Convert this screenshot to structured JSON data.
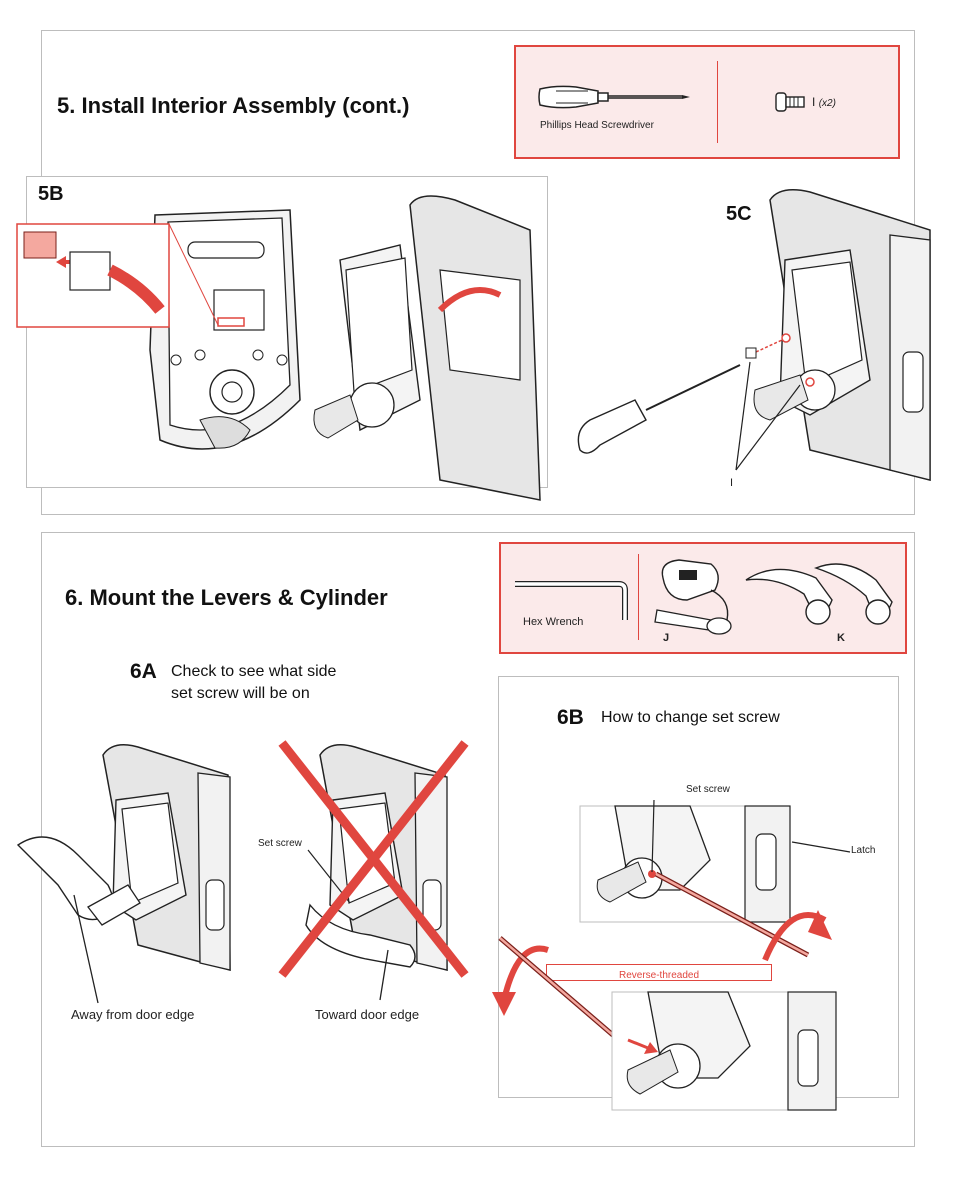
{
  "section5": {
    "title": "5. Install Interior Assembly (cont.)",
    "tools": {
      "screwdriver": "Phillips Head Screwdriver",
      "part_i_letter": "I",
      "part_i_qty": "(x2)"
    },
    "step_5b": "5B",
    "step_5c": "5C",
    "label_i": "I"
  },
  "section6": {
    "title": "6. Mount the Levers & Cylinder",
    "tools": {
      "hex": "Hex Wrench",
      "j": "J",
      "k": "K"
    },
    "step_6a": {
      "num": "6A",
      "text_line1": "Check to see what side",
      "text_line2": "set screw will be on"
    },
    "step_6b": {
      "num": "6B",
      "text": "How to change set screw"
    },
    "labels": {
      "set_screw_left": "Set screw",
      "set_screw_right": "Set screw",
      "latch": "Latch",
      "reverse": "Reverse-threaded",
      "away": "Away from door edge",
      "toward": "Toward door edge"
    }
  },
  "colors": {
    "accent": "#e0463f",
    "tint": "#fbeaea",
    "border": "#bdbdbd"
  }
}
